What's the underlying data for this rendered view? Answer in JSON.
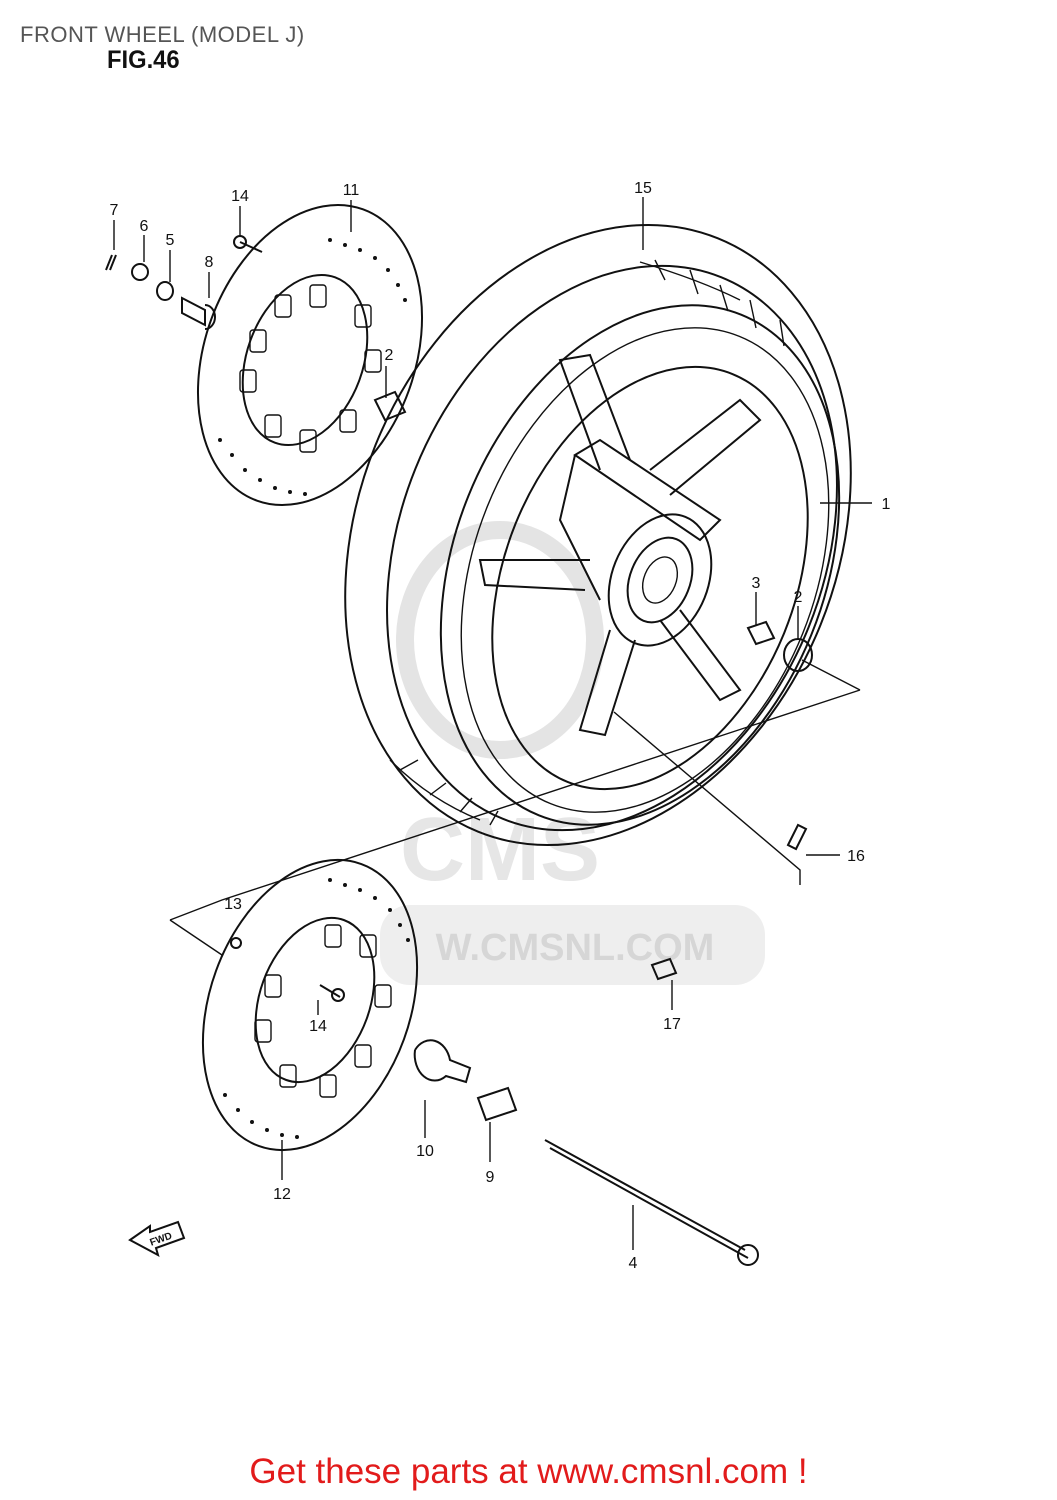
{
  "page": {
    "title": "FRONT WHEEL (MODEL J)",
    "figure": "FIG.46",
    "footer": "Get these parts at www.cmsnl.com !",
    "watermark": {
      "brand": "CMS",
      "url": "W.CMSNL.COM"
    },
    "fwd_arrow": "FWD"
  },
  "part_numbers": [
    "1",
    "2",
    "2",
    "3",
    "4",
    "5",
    "6",
    "7",
    "8",
    "9",
    "10",
    "11",
    "12",
    "13",
    "14",
    "14",
    "15",
    "16",
    "17"
  ]
}
